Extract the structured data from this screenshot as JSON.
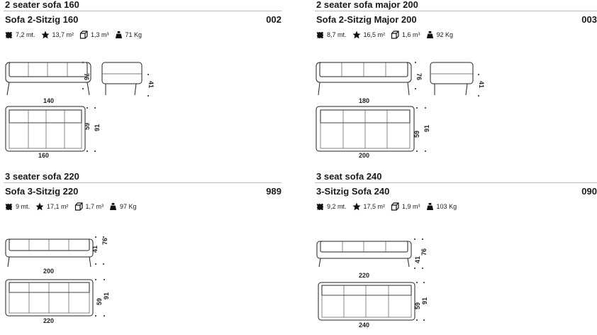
{
  "panels": [
    {
      "title": "2 seater sofa 160",
      "subtitle": "Sofa 2-Sitzig 160",
      "code": "002",
      "specs": {
        "fabric": "7,2 mt.",
        "leather": "13,7 m²",
        "volume": "1,3 m³",
        "weight": "71 Kg"
      },
      "dims": {
        "front_width": "140",
        "top_width": "160",
        "height": "76",
        "seat_height": "41",
        "depth": "91",
        "seat_depth": "59"
      }
    },
    {
      "title": "2 seater sofa major 200",
      "subtitle": "Sofa 2-Sitzig Major 200",
      "code": "003",
      "specs": {
        "fabric": "8,7 mt.",
        "leather": "16,5 m²",
        "volume": "1,6 m³",
        "weight": "92 Kg"
      },
      "dims": {
        "front_width": "180",
        "top_width": "200",
        "height": "76",
        "seat_height": "41",
        "depth": "91",
        "seat_depth": "59"
      }
    },
    {
      "title": "3 seater sofa 220",
      "subtitle": "Sofa 3-Sitzig 220",
      "code": "989",
      "specs": {
        "fabric": "9 mt.",
        "leather": "17,1 m²",
        "volume": "1,7 m³",
        "weight": "97 Kg"
      },
      "dims": {
        "front_width": "200",
        "top_width": "220",
        "height": "76",
        "seat_height": "41",
        "depth": "91",
        "seat_depth": "59"
      }
    },
    {
      "title": "3 seat sofa 240",
      "subtitle": "3-Sitzig Sofa 240",
      "code": "090",
      "specs": {
        "fabric": "9,2 mt.",
        "leather": "17,5 m²",
        "volume": "1,9 m³",
        "weight": "103 Kg"
      },
      "dims": {
        "front_width": "220",
        "top_width": "240",
        "height": "76",
        "seat_height": "41",
        "depth": "91",
        "seat_depth": "59"
      }
    }
  ],
  "icons": [
    "fabric-icon",
    "leather-icon",
    "volume-icon",
    "weight-icon"
  ]
}
